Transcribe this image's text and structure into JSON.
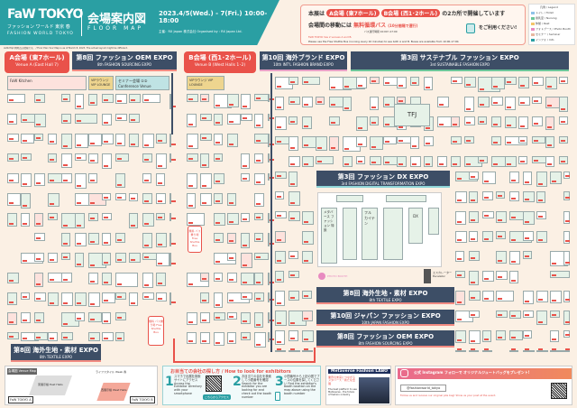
{
  "header": {
    "logo": "FaW TOKYO",
    "logo_jp": "ファッション ワールド 東京 春",
    "logo_en": "FASHION WORLD TOKYO",
    "title_jp": "会場案内図",
    "title_en": "FLOOR MAP",
    "date": "2023.4/5(Wed.) - 7(Fri.) 10:00-18:00",
    "organizer": "主催：RX Japan 株式会社   Organised by : RX Japan Ltd.",
    "note": "※2023年3月時点の情報です。 / Floor Plan Your Map is as of March 8, 2023. The actual layout might be different."
  },
  "notice": {
    "line1_pre": "本展は",
    "venue_a": "A会場 (東7ホール)",
    "venue_b": "B会場 (西1･2ホール)",
    "line1_post": "の2カ所で開催しています",
    "line2_pre": "会場間の移動には",
    "line2_bus": "無料循環バス",
    "line2_interval": "(10分間隔で運行)",
    "line2_post": "をご利用ください!",
    "bus_hours": "バス運行時間 10:00～17:00",
    "en1": "FaW TOKYO has 2 venues A and B.",
    "en2": "Please use the Free Shuttle Bus (running every 10 minutes) to see both A and B. Buses are available from 10:00-17:00."
  },
  "legend": {
    "title": "凡例 / Legend",
    "items": [
      "トイレ / Toilet",
      "授乳室 / Nursing",
      "休憩 / Rest",
      "フォトブース / Photo Booth",
      "セミナー / Seminar",
      "インフォ / Info"
    ]
  },
  "venues": {
    "a": {
      "jp": "A会場 (東7ホール)",
      "en": "Venue A (East Hall 7)"
    },
    "b": {
      "jp": "B会場 (西1･2ホール)",
      "en": "Venue B (West Halls 1･2)"
    }
  },
  "expos": {
    "oem_a": {
      "jp": "第8回 ファッション OEM EXPO",
      "en": "8th FASHION SOURCING EXPO"
    },
    "overseas_brand": {
      "jp": "第10回 海外ブランド EXPO",
      "en": "10th INT'L FASHION BRAND EXPO"
    },
    "sustainable": {
      "jp": "第3回 サステナブル ファッション EXPO",
      "en": "3rd SUSTAINABLE FASHION EXPO"
    },
    "dx": {
      "jp": "第3回 ファッション DX EXPO",
      "en": "3rd FASHION DIGITAL TRANSFORMATION EXPO"
    },
    "textile_b": {
      "jp": "第8回 海外生地・素材 EXPO",
      "en": "8th TEXTILE EXPO"
    },
    "japan_fashion": {
      "jp": "第10回 ジャパン ファッション EXPO",
      "en": "10th JAPAN FASHION EXPO"
    },
    "oem_b": {
      "jp": "第8回 ファッション OEM EXPO",
      "en": "8th FASHION SOURCING EXPO"
    },
    "textile_a": {
      "jp": "第8回 海外生地・素材 EXPO",
      "en": "8th TEXTILE EXPO"
    }
  },
  "areas": {
    "fw_kitchen": "FaW Kitchen",
    "vip_a": "VIPラウンジ VIP LOUNGE",
    "seminar": "セミナー会場 ①② Conference Venue",
    "vip_b": "VIPラウンジ VIP LOUNGE",
    "tfj": "TFJ",
    "photo_booth": "PHOTO BOOTH",
    "shuttle_bus": "無料 バス乗り場 Free Shuttle Bus",
    "dx_metaverse": "メタバース ファッション 特設",
    "dx_fullkaitenn": "フル カイテン",
    "dx_dx": "DX",
    "escalator": "エスカレーター Escalator"
  },
  "venue_map": {
    "title": "会場図 Venue Map",
    "label_west4": "ライフスタイル Week 春",
    "label_east": "東展示棟 East Halls",
    "label_west": "西展示棟 West Halls",
    "label_a": "FaW TOKYO A",
    "label_b": "FaW TOKYO B"
  },
  "how_to": {
    "title": "お目当ての会社の探し方 / How to look for exhibitors",
    "steps": [
      {
        "num": "1",
        "text": "スマホで出展社検索サイトにアクセス  Access the Exhibitor Directory with your smartphone",
        "button": "こちらからアクセス"
      },
      {
        "num": "2",
        "text": "お目当ての会社を検索して小間番号を確認  Search for the exhibitor you are looking for and check out the booth number"
      },
      {
        "num": "3",
        "text": "小間番号から上記の図でブースの位置を探してください  Find the exhibitor's booth location on the map above using the booth number"
      }
    ]
  },
  "metaverse": {
    "title": "Metaverse Fashion LABO",
    "sub": "業界の未来につながるメタバース・新たな出展",
    "en": "The best platform to see Metaverse - the future of fashion industry"
  },
  "instagram": {
    "title": "公式 Instagram フォローで オリジナルジュートバッグをプレゼント!",
    "handle": "@fashionworld_tokyo",
    "text": "Follow us and receive our original jute bag! Show us your post at the event."
  }
}
